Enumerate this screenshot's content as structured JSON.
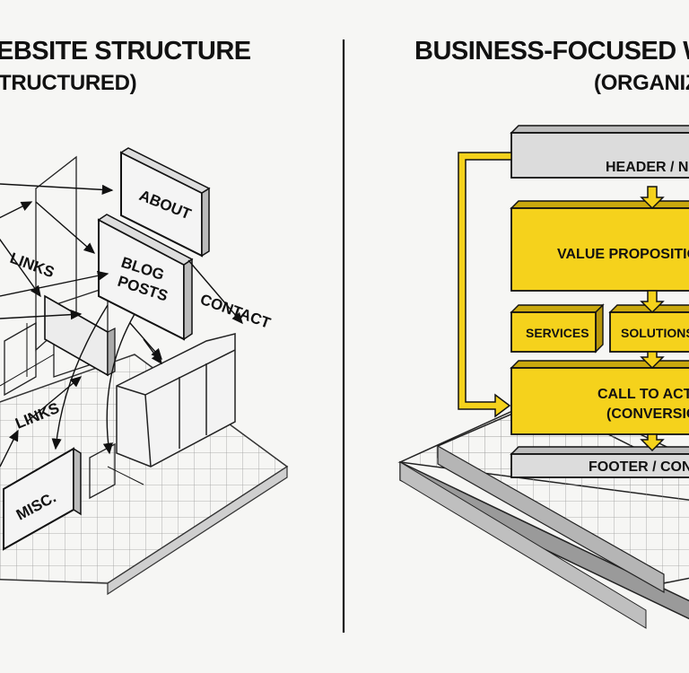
{
  "left_panel": {
    "title": "EBSITE STRUCTURE",
    "subtitle": "TRUCTURED)",
    "labels": {
      "about": "ABOUT",
      "blog_line1": "BLOG",
      "blog_line2": "POSTS",
      "links_top": "LINKS",
      "contact": "CONTACT",
      "links_bottom": "LINKS",
      "misc": "MISC."
    }
  },
  "right_panel": {
    "title": "BUSINESS-FOCUSED WEI",
    "subtitle": "(ORGANIZE",
    "blocks": {
      "header": "HEADER / NA",
      "value": "VALUE PROPOSITION",
      "services": "SERVICES",
      "solutions": "SOLUTIONS",
      "cta_line1": "CALL TO ACTIO",
      "cta_line2": "(CONVERSION",
      "footer": "FOOTER / CONT"
    }
  },
  "colors": {
    "accent_yellow": "#f5d21c",
    "gray_block": "#dcdcdc",
    "ink": "#111111",
    "background": "#f6f6f4"
  }
}
